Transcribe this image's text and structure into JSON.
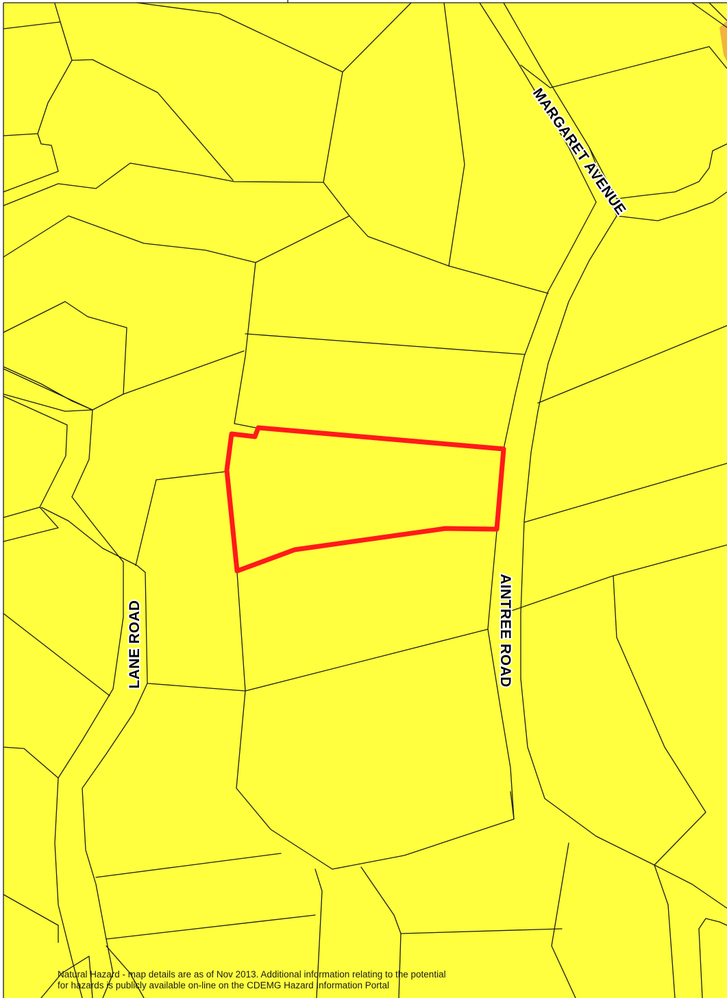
{
  "map": {
    "fill_color": "#FFFF3F",
    "outside_color": "#FFFFFF",
    "line_color": "#1A1A1A",
    "subject_outline_color": "#FF1A1A",
    "corner_accent_color": "#F2B43C"
  },
  "roads": {
    "margaret_avenue": "MARGARET AVENUE",
    "aintree_road": "AINTREE ROAD",
    "lane_road": "LANE ROAD"
  },
  "footer": {
    "line1": "Natural Hazard - map details are as of Nov 2013. Additional information relating to the potential",
    "line2": "for hazards is publicly available on-line on the CDEMG Hazard Information Portal"
  }
}
